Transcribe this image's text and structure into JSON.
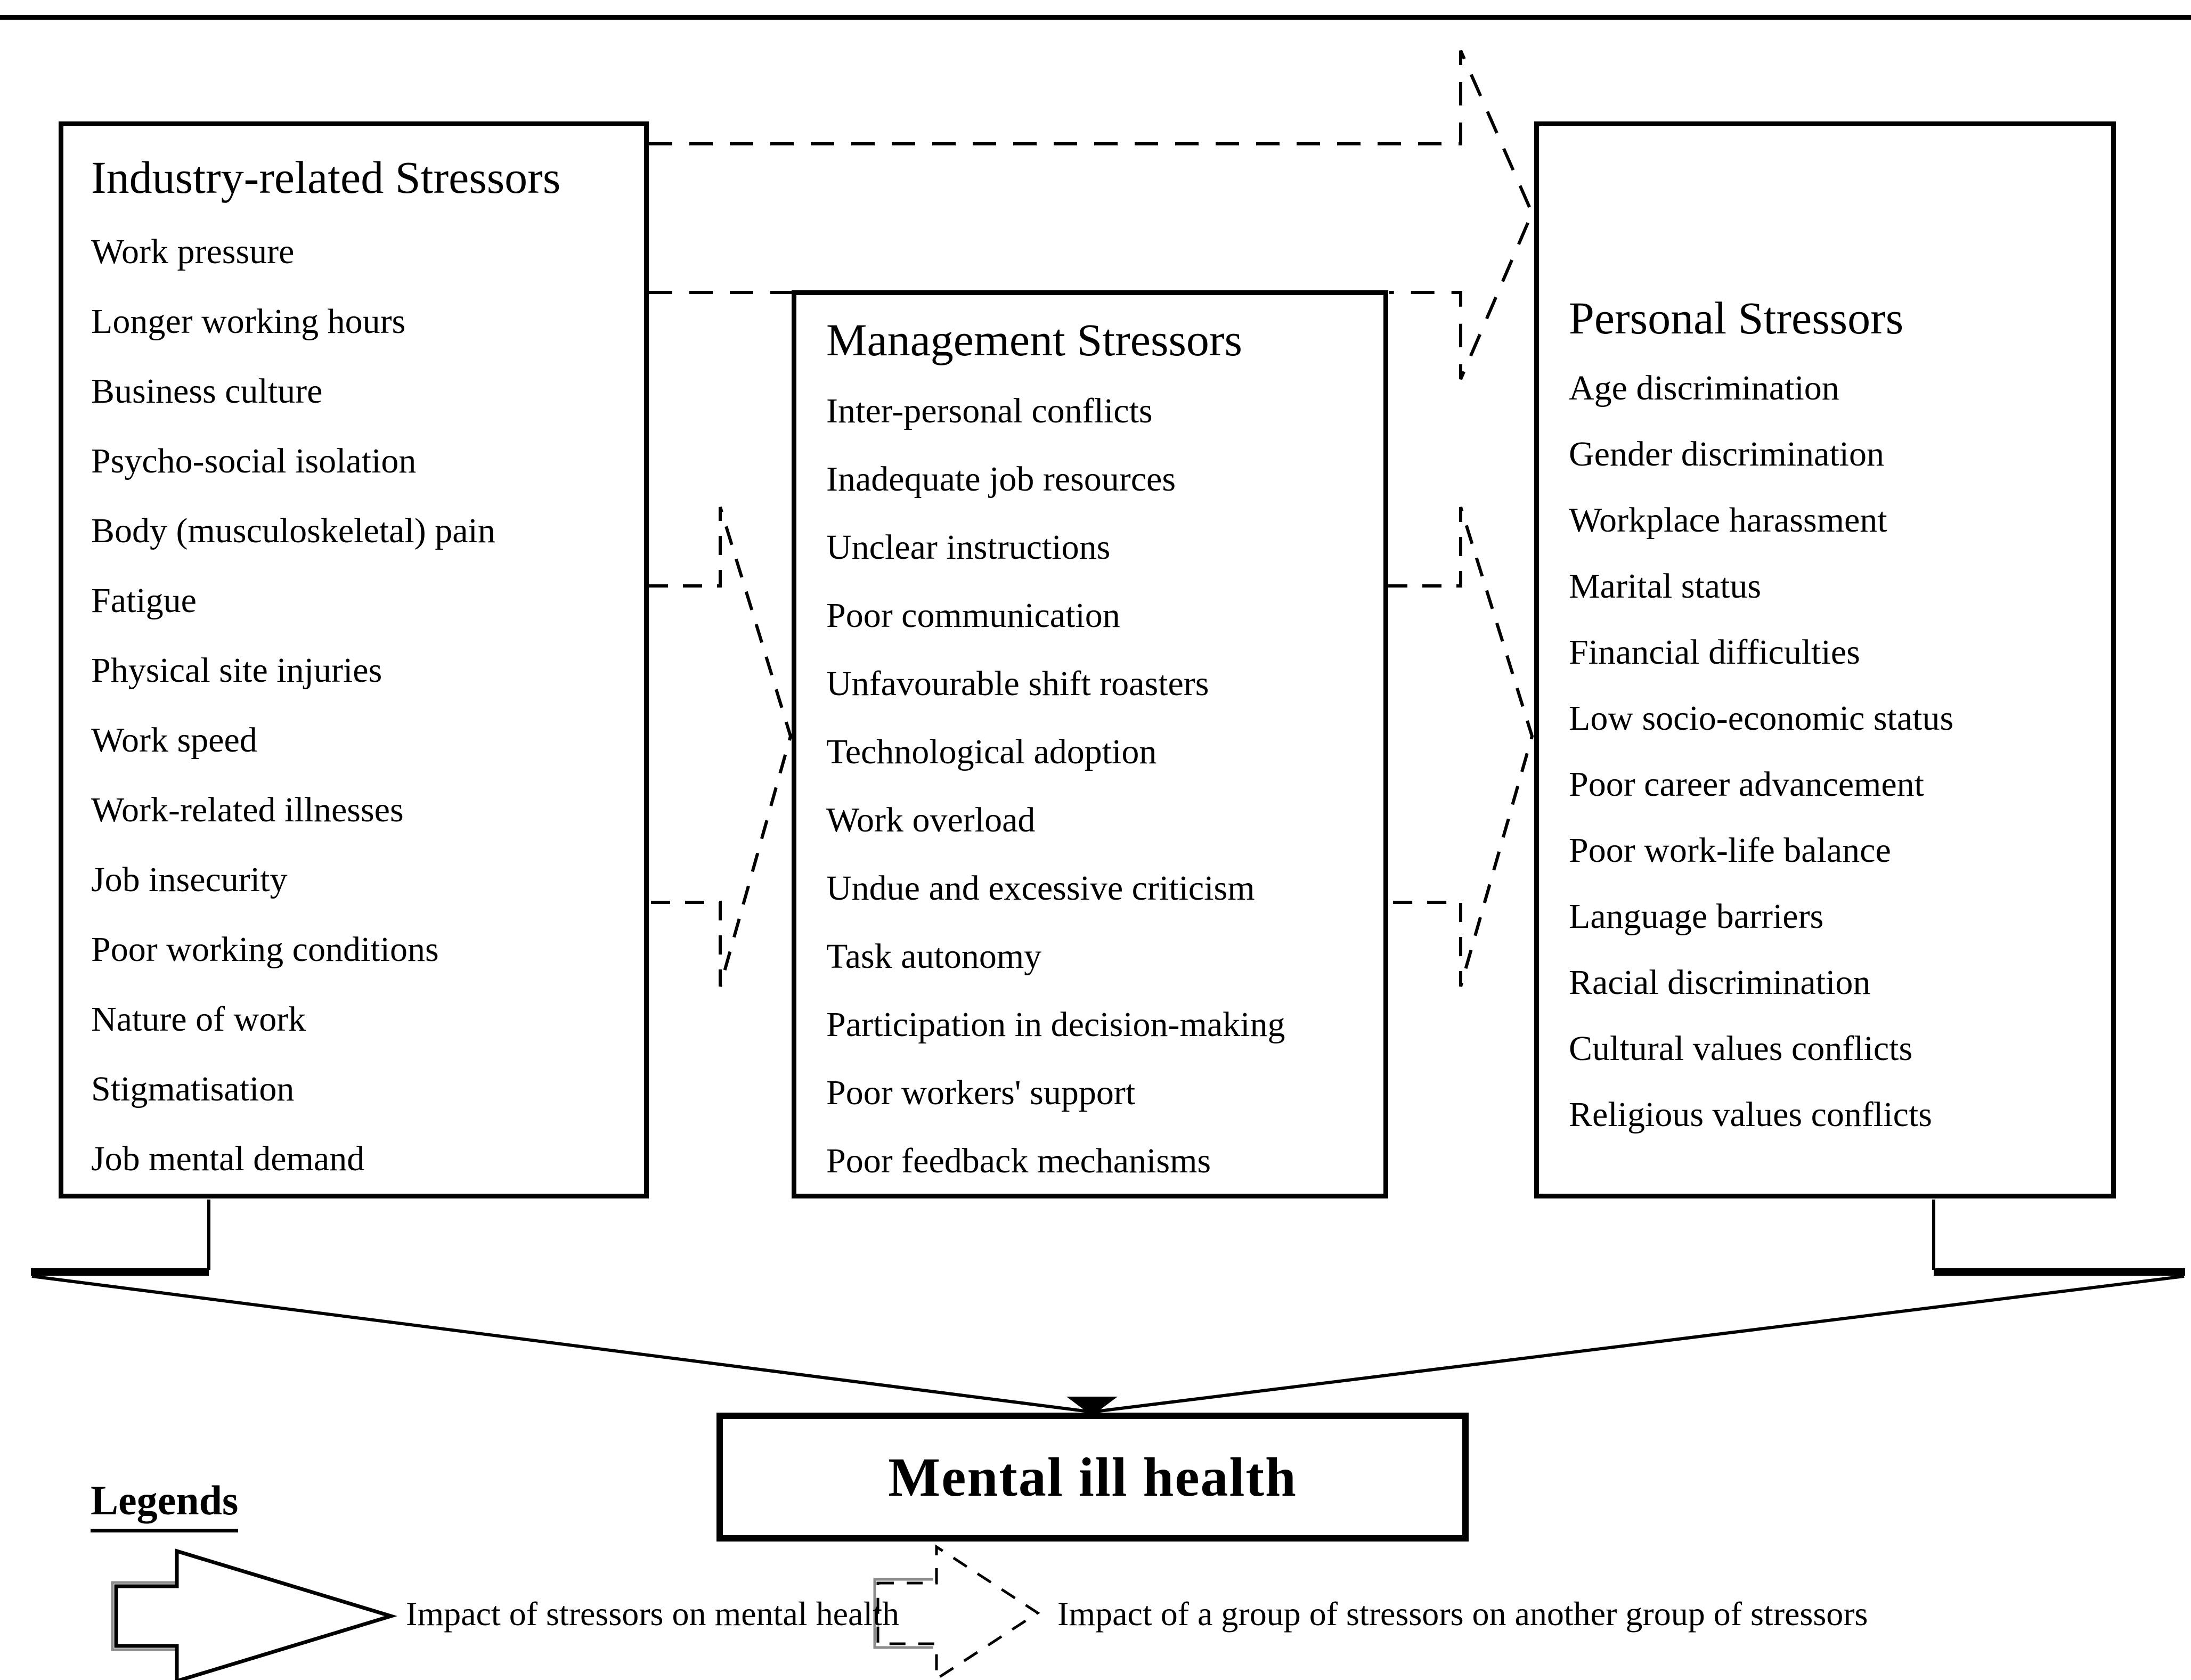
{
  "boxes": [
    {
      "title": "Industry-related Stressors",
      "items": [
        "Work pressure",
        "Longer working hours",
        "Business culture",
        "Psycho-social isolation",
        "Body (musculoskeletal) pain",
        "Fatigue",
        "Physical site injuries",
        "Work speed",
        "Work-related illnesses",
        "Job insecurity",
        "Poor working conditions",
        "Nature of work",
        "Stigmatisation",
        "Job mental demand"
      ]
    },
    {
      "title": "Management Stressors",
      "items": [
        "Inter-personal conflicts",
        "Inadequate job resources",
        "Unclear instructions",
        "Poor communication",
        "Unfavourable shift roasters",
        "Technological adoption",
        "Work overload",
        "Undue and excessive criticism",
        "Task autonomy",
        "Participation in decision-making",
        "Poor workers' support",
        "Poor feedback mechanisms"
      ]
    },
    {
      "title": "Personal Stressors",
      "items": [
        "Age discrimination",
        "Gender discrimination",
        "Workplace harassment",
        "Marital status",
        "Financial difficulties",
        "Low socio-economic status",
        "Poor career advancement",
        "Poor work-life balance",
        "Language barriers",
        "Racial discrimination",
        "Cultural values conflicts",
        "Religious values conflicts"
      ]
    }
  ],
  "outcome": {
    "label": "Mental ill health"
  },
  "legend": {
    "title": "Legends",
    "entries": [
      {
        "icon": "solid-block-arrow-icon",
        "label": "Impact of stressors on mental health"
      },
      {
        "icon": "dashed-block-arrow-icon",
        "label": "Impact of a group of stressors on another group of stressors"
      }
    ]
  },
  "colors": {
    "line": "#000000",
    "background": "#ffffff",
    "shadow": "#8c8c8c"
  }
}
